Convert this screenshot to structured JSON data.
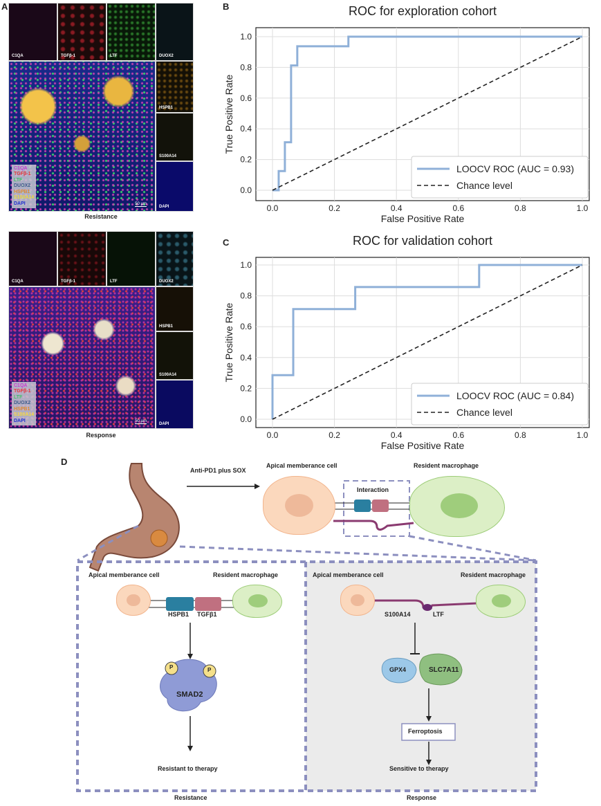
{
  "panel_labels": {
    "a": "A",
    "b": "B",
    "c": "C",
    "d": "D"
  },
  "panel_a": {
    "resistance": {
      "caption": "Resistance",
      "tiles": [
        "C1QA",
        "TGFβ-1",
        "LTF",
        "DUOX2",
        "HSPB1",
        "S100A14",
        "DAPI"
      ],
      "legend": [
        "C1QA",
        "TGFβ-1",
        "LTF",
        "DUOX2",
        "HSPB1",
        "S100A14",
        "DAPI"
      ],
      "scale_bar": "50 µm"
    },
    "response": {
      "caption": "Response",
      "tiles": [
        "C1QA",
        "TGFβ-1",
        "LTF",
        "DUOX2",
        "HSPB1",
        "S100A14",
        "DAPI"
      ],
      "legend": [
        "C1QA",
        "TGFβ-1",
        "LTF",
        "DUOX2",
        "HSPB1",
        "S100A14",
        "DAPI"
      ],
      "scale_bar": "50 µm"
    }
  },
  "legend_colors": [
    "#c63ad1",
    "#e8303a",
    "#3fc06a",
    "#4a6a9a",
    "#e08a30",
    "#f2d83a",
    "#2030d0"
  ],
  "chart_data": [
    {
      "type": "line",
      "title": "ROC for exploration cohort",
      "xlabel": "False Positive Rate",
      "ylabel": "True Positive Rate",
      "xlim": [
        0,
        1
      ],
      "ylim": [
        0,
        1
      ],
      "grid": true,
      "legend_placement": "bottom-right",
      "xticks": [
        "0.0",
        "0.2",
        "0.4",
        "0.6",
        "0.8",
        "1.0"
      ],
      "yticks": [
        "0.0",
        "0.2",
        "0.4",
        "0.6",
        "0.8",
        "1.0"
      ],
      "series": [
        {
          "name": "LOOCV ROC (AUC = 0.93)",
          "color": "#8fb0d8",
          "x": [
            0,
            0.02,
            0.02,
            0.04,
            0.04,
            0.06,
            0.06,
            0.08,
            0.08,
            0.245,
            0.245,
            1
          ],
          "y": [
            0,
            0,
            0.125,
            0.125,
            0.3125,
            0.3125,
            0.8125,
            0.8125,
            0.9375,
            0.9375,
            1,
            1
          ]
        },
        {
          "name": "Chance level",
          "color": "#222222",
          "dashed": true,
          "x": [
            0,
            1
          ],
          "y": [
            0,
            1
          ]
        }
      ]
    },
    {
      "type": "line",
      "title": "ROC for validation cohort",
      "xlabel": "False Positive Rate",
      "ylabel": "True Positive Rate",
      "xlim": [
        0,
        1
      ],
      "ylim": [
        0,
        1
      ],
      "grid": true,
      "legend_placement": "bottom-right",
      "xticks": [
        "0.0",
        "0.2",
        "0.4",
        "0.6",
        "0.8",
        "1.0"
      ],
      "yticks": [
        "0.0",
        "0.2",
        "0.4",
        "0.6",
        "0.8",
        "1.0"
      ],
      "series": [
        {
          "name": "LOOCV ROC (AUC = 0.84)",
          "color": "#8fb0d8",
          "x": [
            0,
            0,
            0.067,
            0.067,
            0.267,
            0.267,
            0.667,
            0.667,
            1
          ],
          "y": [
            0,
            0.286,
            0.286,
            0.714,
            0.714,
            0.857,
            0.857,
            1,
            1
          ]
        },
        {
          "name": "Chance level",
          "color": "#222222",
          "dashed": true,
          "x": [
            0,
            1
          ],
          "y": [
            0,
            1
          ]
        }
      ]
    }
  ],
  "panel_d": {
    "treatment": "Anti-PD1 plus SOX",
    "apical_cell": "Apical memberance cell",
    "macrophage": "Resident macrophage",
    "interaction": "Interaction",
    "left": {
      "apical_cell": "Apical memberance cell",
      "macrophage": "Resident macrophage",
      "ligand": "HSPB1",
      "receptor": "TGFβ1",
      "phospho": "P",
      "protein": "SMAD2",
      "outcome": "Resistant to therapy",
      "caption": "Resistance"
    },
    "right": {
      "apical_cell": "Apical memberance cell",
      "macrophage": "Resident macrophage",
      "ligand": "S100A14",
      "receptor": "LTF",
      "gpx4": "GPX4",
      "slc": "SLC7A11",
      "process": "Ferroptosis",
      "outcome": "Sensitive to therapy",
      "caption": "Response"
    }
  }
}
